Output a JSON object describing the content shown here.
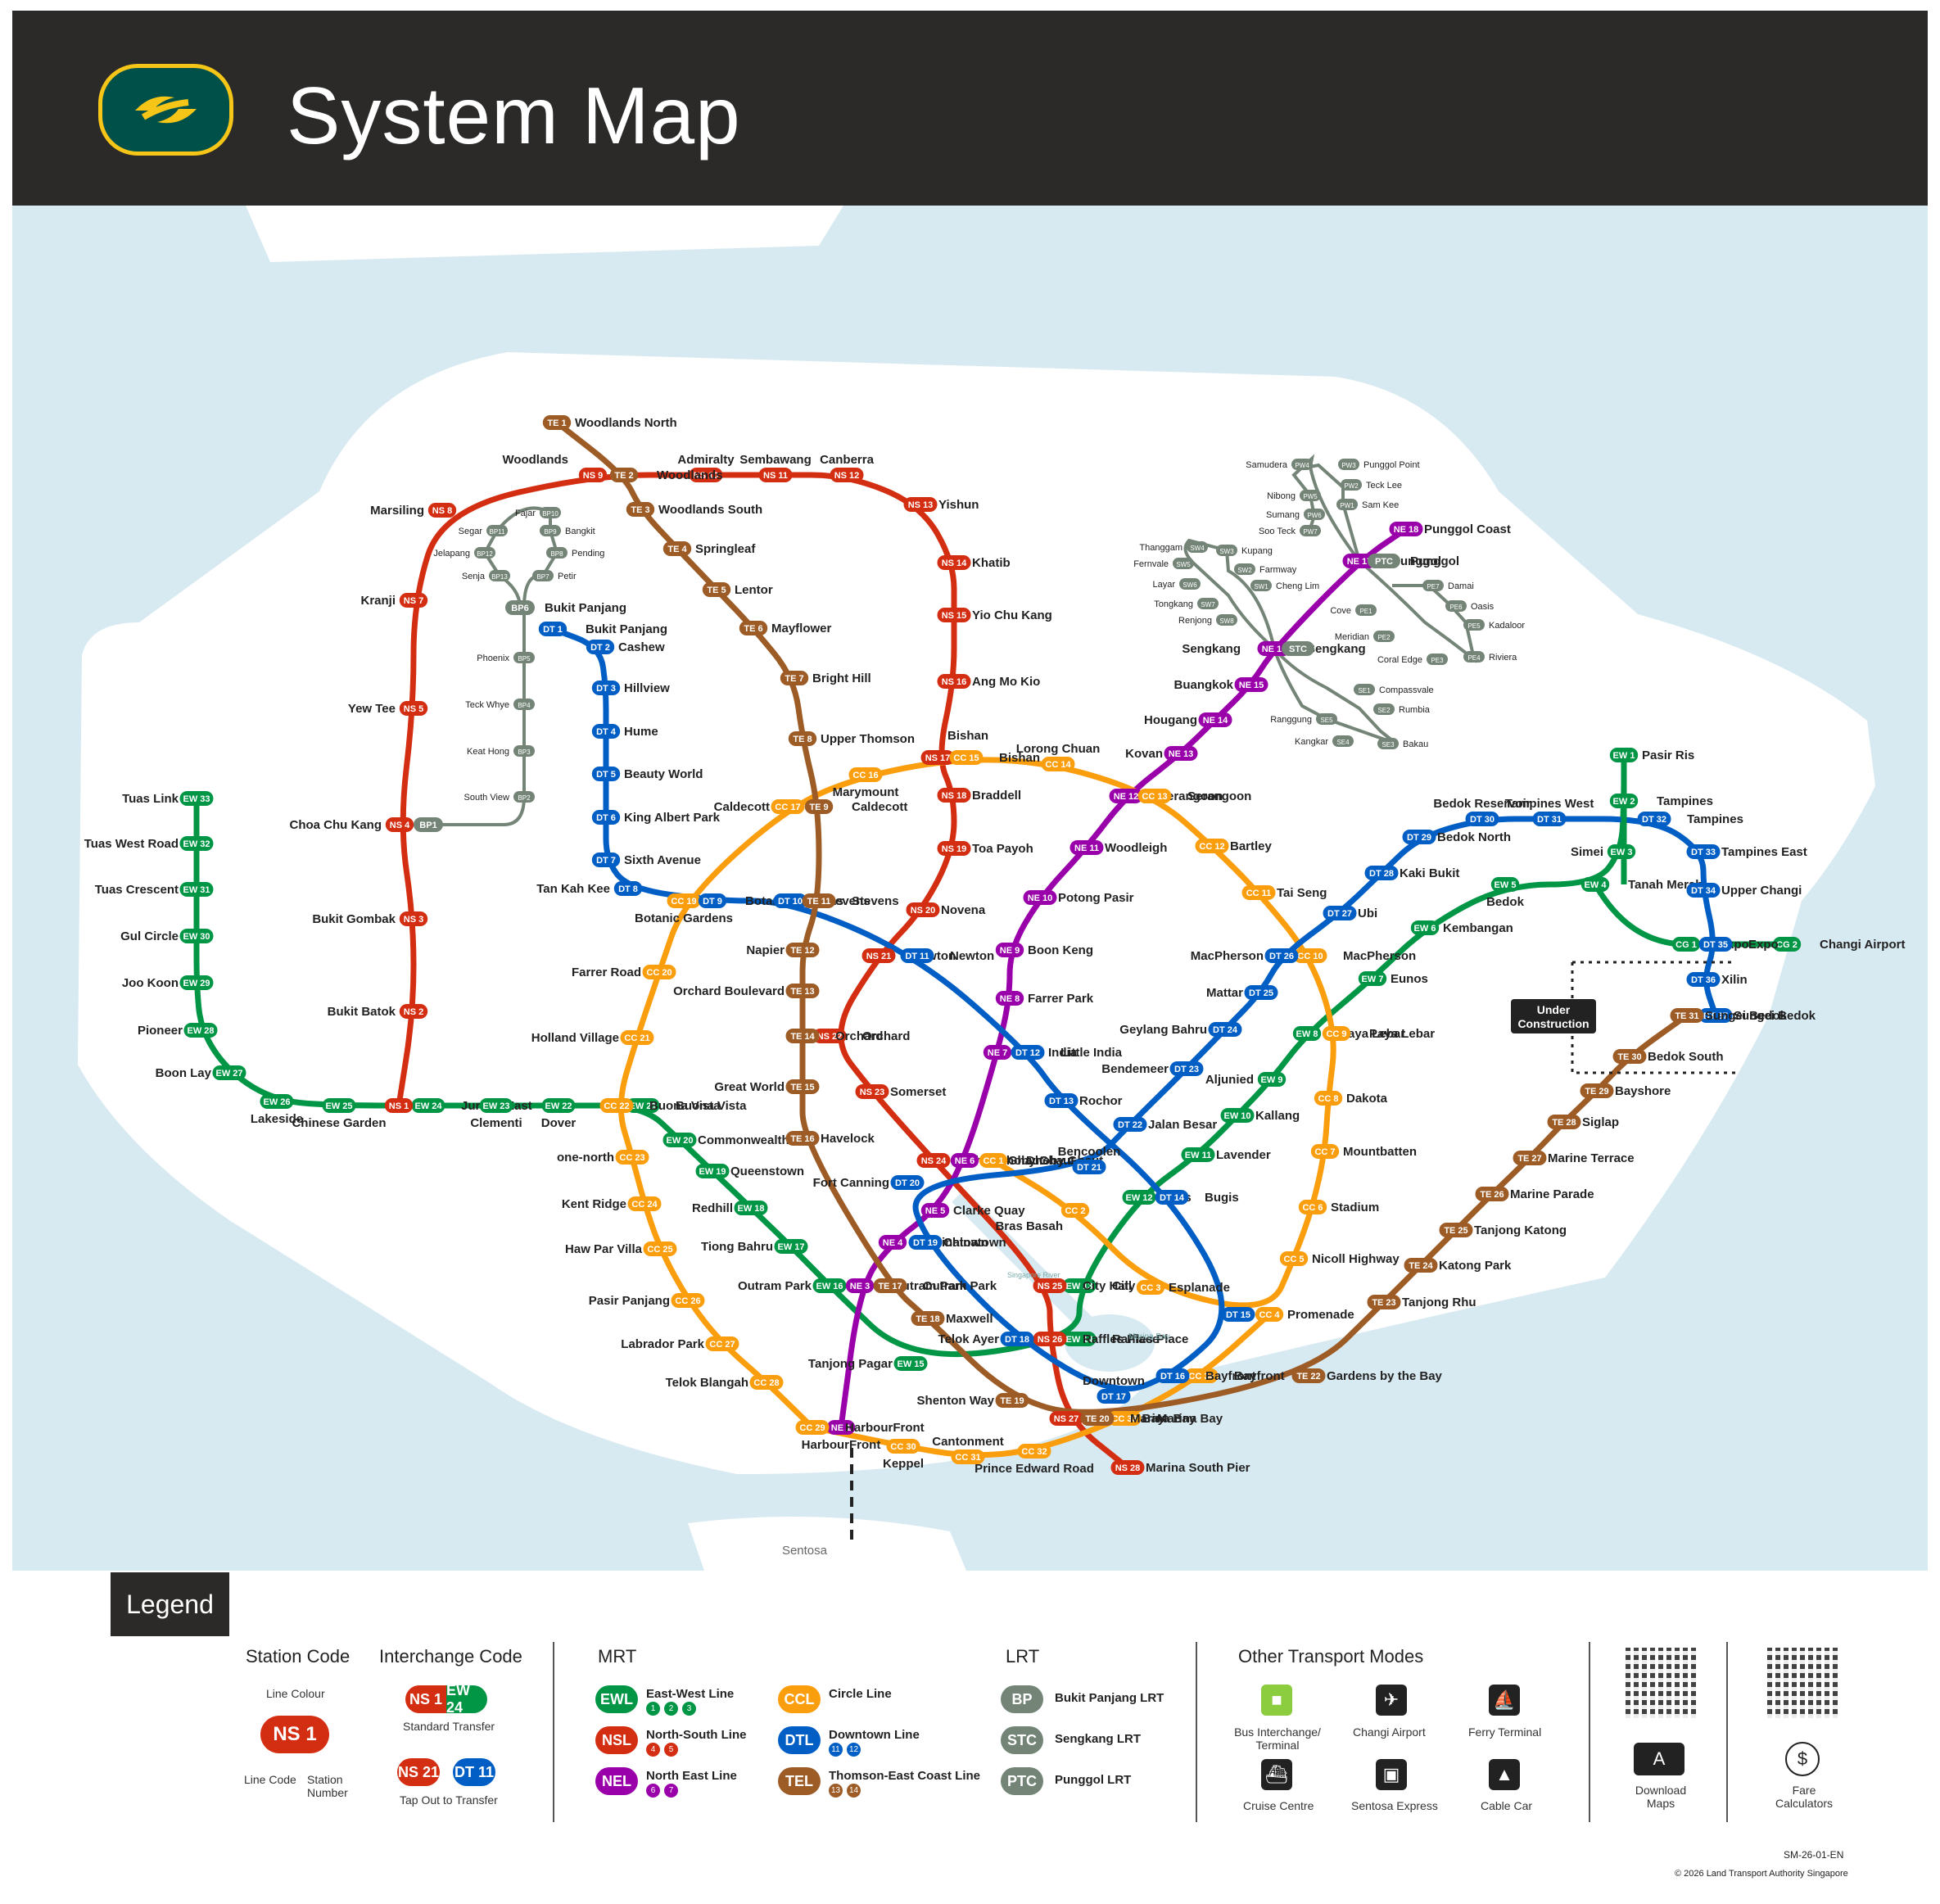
{
  "header": {
    "title": "System Map"
  },
  "colors": {
    "ewl": "#009645",
    "nsl": "#d42e12",
    "nel": "#9900aa",
    "ccl": "#fa9e0d",
    "dtl": "#005ec4",
    "tel": "#9d5b25",
    "lrt": "#748477",
    "water": "#d8eaf1",
    "land": "#ffffff"
  },
  "lines": [
    {
      "id": "ew",
      "color": "#009645",
      "stations": [
        {
          "code": "EW33",
          "name": "Tuas Link"
        },
        {
          "code": "EW32",
          "name": "Tuas West Road"
        },
        {
          "code": "EW31",
          "name": "Tuas Crescent"
        },
        {
          "code": "EW30",
          "name": "Gul Circle"
        },
        {
          "code": "EW29",
          "name": "Joo Koon"
        },
        {
          "code": "EW28",
          "name": "Pioneer"
        },
        {
          "code": "EW27",
          "name": "Boon Lay"
        },
        {
          "code": "EW26",
          "name": "Lakeside"
        },
        {
          "code": "EW25",
          "name": "Chinese Garden"
        },
        {
          "code": "EW24",
          "name": "Jurong East"
        },
        {
          "code": "EW23",
          "name": "Clementi"
        },
        {
          "code": "EW22",
          "name": "Dover"
        },
        {
          "code": "EW21",
          "name": "Buona Vista"
        },
        {
          "code": "EW20",
          "name": "Commonwealth"
        },
        {
          "code": "EW19",
          "name": "Queenstown"
        },
        {
          "code": "EW18",
          "name": "Redhill"
        },
        {
          "code": "EW17",
          "name": "Tiong Bahru"
        },
        {
          "code": "EW16",
          "name": "Outram Park"
        },
        {
          "code": "EW15",
          "name": "Tanjong Pagar"
        },
        {
          "code": "EW14",
          "name": "Raffles Place"
        },
        {
          "code": "EW13",
          "name": "City Hall"
        },
        {
          "code": "EW12",
          "name": "Bugis"
        },
        {
          "code": "EW11",
          "name": "Lavender"
        },
        {
          "code": "EW10",
          "name": "Kallang"
        },
        {
          "code": "EW9",
          "name": "Aljunied"
        },
        {
          "code": "EW8",
          "name": "Paya Lebar"
        },
        {
          "code": "EW7",
          "name": "Eunos"
        },
        {
          "code": "EW6",
          "name": "Kembangan"
        },
        {
          "code": "EW5",
          "name": "Bedok"
        },
        {
          "code": "EW4",
          "name": "Tanah Merah"
        },
        {
          "code": "EW3",
          "name": "Simei"
        },
        {
          "code": "EW2",
          "name": "Tampines"
        },
        {
          "code": "EW1",
          "name": "Pasir Ris"
        },
        {
          "code": "CG1",
          "name": "Expo"
        },
        {
          "code": "CG2",
          "name": "Changi Airport"
        }
      ]
    },
    {
      "id": "ns",
      "color": "#d42e12",
      "stations": [
        {
          "code": "NS1",
          "name": "Jurong East"
        },
        {
          "code": "NS2",
          "name": "Bukit Batok"
        },
        {
          "code": "NS3",
          "name": "Bukit Gombak"
        },
        {
          "code": "NS4",
          "name": "Choa Chu Kang"
        },
        {
          "code": "NS5",
          "name": "Yew Tee"
        },
        {
          "code": "NS7",
          "name": "Kranji"
        },
        {
          "code": "NS8",
          "name": "Marsiling"
        },
        {
          "code": "NS9",
          "name": "Woodlands"
        },
        {
          "code": "NS10",
          "name": "Admiralty"
        },
        {
          "code": "NS11",
          "name": "Sembawang"
        },
        {
          "code": "NS12",
          "name": "Canberra"
        },
        {
          "code": "NS13",
          "name": "Yishun"
        },
        {
          "code": "NS14",
          "name": "Khatib"
        },
        {
          "code": "NS15",
          "name": "Yio Chu Kang"
        },
        {
          "code": "NS16",
          "name": "Ang Mo Kio"
        },
        {
          "code": "NS17",
          "name": "Bishan"
        },
        {
          "code": "NS18",
          "name": "Braddell"
        },
        {
          "code": "NS19",
          "name": "Toa Payoh"
        },
        {
          "code": "NS20",
          "name": "Novena"
        },
        {
          "code": "NS21",
          "name": "Newton"
        },
        {
          "code": "NS22",
          "name": "Orchard"
        },
        {
          "code": "NS23",
          "name": "Somerset"
        },
        {
          "code": "NS24",
          "name": "Dhoby Ghaut"
        },
        {
          "code": "NS25",
          "name": "City Hall"
        },
        {
          "code": "NS26",
          "name": "Raffles Place"
        },
        {
          "code": "NS27",
          "name": "Marina Bay"
        },
        {
          "code": "NS28",
          "name": "Marina South Pier"
        }
      ]
    },
    {
      "id": "ne",
      "color": "#9900aa",
      "stations": [
        {
          "code": "NE1",
          "name": "HarbourFront"
        },
        {
          "code": "NE3",
          "name": "Outram Park"
        },
        {
          "code": "NE4",
          "name": "Chinatown"
        },
        {
          "code": "NE5",
          "name": "Clarke Quay"
        },
        {
          "code": "NE6",
          "name": "Dhoby Ghaut"
        },
        {
          "code": "NE7",
          "name": "Little India"
        },
        {
          "code": "NE8",
          "name": "Farrer Park"
        },
        {
          "code": "NE9",
          "name": "Boon Keng"
        },
        {
          "code": "NE10",
          "name": "Potong Pasir"
        },
        {
          "code": "NE11",
          "name": "Woodleigh"
        },
        {
          "code": "NE12",
          "name": "Serangoon"
        },
        {
          "code": "NE13",
          "name": "Kovan"
        },
        {
          "code": "NE14",
          "name": "Hougang"
        },
        {
          "code": "NE15",
          "name": "Buangkok"
        },
        {
          "code": "NE16",
          "name": "Sengkang"
        },
        {
          "code": "NE17",
          "name": "Punggol"
        },
        {
          "code": "NE18",
          "name": "Punggol Coast"
        }
      ]
    },
    {
      "id": "cc",
      "color": "#fa9e0d",
      "stations": [
        {
          "code": "CC1",
          "name": "Dhoby Ghaut"
        },
        {
          "code": "CC2",
          "name": "Bras Basah"
        },
        {
          "code": "CC3",
          "name": "Esplanade"
        },
        {
          "code": "CC4",
          "name": "Promenade"
        },
        {
          "code": "CC5",
          "name": "Nicoll Highway"
        },
        {
          "code": "CC6",
          "name": "Stadium"
        },
        {
          "code": "CC7",
          "name": "Mountbatten"
        },
        {
          "code": "CC8",
          "name": "Dakota"
        },
        {
          "code": "CC9",
          "name": "Paya Lebar"
        },
        {
          "code": "CC10",
          "name": "MacPherson"
        },
        {
          "code": "CC11",
          "name": "Tai Seng"
        },
        {
          "code": "CC12",
          "name": "Bartley"
        },
        {
          "code": "CC13",
          "name": "Serangoon"
        },
        {
          "code": "CC14",
          "name": "Lorong Chuan"
        },
        {
          "code": "CC15",
          "name": "Bishan"
        },
        {
          "code": "CC16",
          "name": "Marymount"
        },
        {
          "code": "CC17",
          "name": "Caldecott"
        },
        {
          "code": "CC19",
          "name": "Botanic Gardens"
        },
        {
          "code": "CC20",
          "name": "Farrer Road"
        },
        {
          "code": "CC21",
          "name": "Holland Village"
        },
        {
          "code": "CC22",
          "name": "Buona Vista"
        },
        {
          "code": "CC23",
          "name": "one-north"
        },
        {
          "code": "CC24",
          "name": "Kent Ridge"
        },
        {
          "code": "CC25",
          "name": "Haw Par Villa"
        },
        {
          "code": "CC26",
          "name": "Pasir Panjang"
        },
        {
          "code": "CC27",
          "name": "Labrador Park"
        },
        {
          "code": "CC28",
          "name": "Telok Blangah"
        },
        {
          "code": "CC29",
          "name": "HarbourFront"
        },
        {
          "code": "CC30",
          "name": "Keppel"
        },
        {
          "code": "CC31",
          "name": "Cantonment"
        },
        {
          "code": "CC32",
          "name": "Prince Edward Road"
        },
        {
          "code": "CC33",
          "name": "Marina Bay"
        },
        {
          "code": "CC34",
          "name": "Bayfront"
        }
      ]
    },
    {
      "id": "dt",
      "color": "#005ec4",
      "stations": [
        {
          "code": "DT1",
          "name": "Bukit Panjang"
        },
        {
          "code": "DT2",
          "name": "Cashew"
        },
        {
          "code": "DT3",
          "name": "Hillview"
        },
        {
          "code": "DT4",
          "name": "Hume"
        },
        {
          "code": "DT5",
          "name": "Beauty World"
        },
        {
          "code": "DT6",
          "name": "King Albert Park"
        },
        {
          "code": "DT7",
          "name": "Sixth Avenue"
        },
        {
          "code": "DT8",
          "name": "Tan Kah Kee"
        },
        {
          "code": "DT9",
          "name": "Botanic Gardens"
        },
        {
          "code": "DT10",
          "name": "Stevens"
        },
        {
          "code": "DT11",
          "name": "Newton"
        },
        {
          "code": "DT12",
          "name": "Little India"
        },
        {
          "code": "DT13",
          "name": "Rochor"
        },
        {
          "code": "DT14",
          "name": "Bugis"
        },
        {
          "code": "DT15",
          "name": "Promenade"
        },
        {
          "code": "DT16",
          "name": "Bayfront"
        },
        {
          "code": "DT17",
          "name": "Downtown"
        },
        {
          "code": "DT18",
          "name": "Telok Ayer"
        },
        {
          "code": "DT19",
          "name": "Chinatown"
        },
        {
          "code": "DT20",
          "name": "Fort Canning"
        },
        {
          "code": "DT21",
          "name": "Bencoolen"
        },
        {
          "code": "DT22",
          "name": "Jalan Besar"
        },
        {
          "code": "DT23",
          "name": "Bendemeer"
        },
        {
          "code": "DT24",
          "name": "Geylang Bahru"
        },
        {
          "code": "DT25",
          "name": "Mattar"
        },
        {
          "code": "DT26",
          "name": "MacPherson"
        },
        {
          "code": "DT27",
          "name": "Ubi"
        },
        {
          "code": "DT28",
          "name": "Kaki Bukit"
        },
        {
          "code": "DT29",
          "name": "Bedok North"
        },
        {
          "code": "DT30",
          "name": "Bedok Reservoir"
        },
        {
          "code": "DT31",
          "name": "Tampines West"
        },
        {
          "code": "DT32",
          "name": "Tampines"
        },
        {
          "code": "DT33",
          "name": "Tampines East"
        },
        {
          "code": "DT34",
          "name": "Upper Changi"
        },
        {
          "code": "DT35",
          "name": "Expo"
        },
        {
          "code": "DT36",
          "name": "Xilin"
        },
        {
          "code": "DT37",
          "name": "Sungei Bedok"
        }
      ]
    },
    {
      "id": "te",
      "color": "#9d5b25",
      "stations": [
        {
          "code": "TE1",
          "name": "Woodlands North"
        },
        {
          "code": "TE2",
          "name": "Woodlands"
        },
        {
          "code": "TE3",
          "name": "Woodlands South"
        },
        {
          "code": "TE4",
          "name": "Springleaf"
        },
        {
          "code": "TE5",
          "name": "Lentor"
        },
        {
          "code": "TE6",
          "name": "Mayflower"
        },
        {
          "code": "TE7",
          "name": "Bright Hill"
        },
        {
          "code": "TE8",
          "name": "Upper Thomson"
        },
        {
          "code": "TE9",
          "name": "Caldecott"
        },
        {
          "code": "TE11",
          "name": "Stevens"
        },
        {
          "code": "TE12",
          "name": "Napier"
        },
        {
          "code": "TE13",
          "name": "Orchard Boulevard"
        },
        {
          "code": "TE14",
          "name": "Orchard"
        },
        {
          "code": "TE15",
          "name": "Great World"
        },
        {
          "code": "TE16",
          "name": "Havelock"
        },
        {
          "code": "TE17",
          "name": "Outram Park"
        },
        {
          "code": "TE18",
          "name": "Maxwell"
        },
        {
          "code": "TE19",
          "name": "Shenton Way"
        },
        {
          "code": "TE20",
          "name": "Marina Bay"
        },
        {
          "code": "TE22",
          "name": "Gardens by the Bay"
        },
        {
          "code": "TE23",
          "name": "Tanjong Rhu"
        },
        {
          "code": "TE24",
          "name": "Katong Park"
        },
        {
          "code": "TE25",
          "name": "Tanjong Katong"
        },
        {
          "code": "TE26",
          "name": "Marine Parade"
        },
        {
          "code": "TE27",
          "name": "Marine Terrace"
        },
        {
          "code": "TE28",
          "name": "Siglap"
        },
        {
          "code": "TE29",
          "name": "Bayshore"
        },
        {
          "code": "TE30",
          "name": "Bedok South"
        },
        {
          "code": "TE31",
          "name": "Sungei Bedok"
        }
      ]
    }
  ],
  "bplrt": [
    {
      "code": "BP1",
      "name": "Choa Chu Kang"
    },
    {
      "code": "BP2",
      "name": "South View"
    },
    {
      "code": "BP3",
      "name": "Keat Hong"
    },
    {
      "code": "BP4",
      "name": "Teck Whye"
    },
    {
      "code": "BP5",
      "name": "Phoenix"
    },
    {
      "code": "BP6",
      "name": "Bukit Panjang"
    },
    {
      "code": "BP7",
      "name": "Petir"
    },
    {
      "code": "BP8",
      "name": "Pending"
    },
    {
      "code": "BP9",
      "name": "Bangkit"
    },
    {
      "code": "BP10",
      "name": "Fajar"
    },
    {
      "code": "BP11",
      "name": "Segar"
    },
    {
      "code": "BP12",
      "name": "Jelapang"
    },
    {
      "code": "BP13",
      "name": "Senja"
    }
  ],
  "sklrt": [
    {
      "code": "SW1",
      "name": "Cheng Lim"
    },
    {
      "code": "SW2",
      "name": "Farmway"
    },
    {
      "code": "SW3",
      "name": "Kupang"
    },
    {
      "code": "SW4",
      "name": "Thanggam"
    },
    {
      "code": "SW5",
      "name": "Fernvale"
    },
    {
      "code": "SW6",
      "name": "Layar"
    },
    {
      "code": "SW7",
      "name": "Tongkang"
    },
    {
      "code": "SW8",
      "name": "Renjong"
    },
    {
      "code": "SE1",
      "name": "Compassvale"
    },
    {
      "code": "SE2",
      "name": "Rumbia"
    },
    {
      "code": "SE3",
      "name": "Bakau"
    },
    {
      "code": "SE4",
      "name": "Kangkar"
    },
    {
      "code": "SE5",
      "name": "Ranggung"
    }
  ],
  "pglrt": [
    {
      "code": "PW1",
      "name": "Sam Kee"
    },
    {
      "code": "PW3",
      "name": "Punggol Point"
    },
    {
      "code": "PW4",
      "name": "Samudera"
    },
    {
      "code": "PW5",
      "name": "Nibong"
    },
    {
      "code": "PW6",
      "name": "Sumang"
    },
    {
      "code": "PW7",
      "name": "Soo Teck"
    },
    {
      "code": "PE1",
      "name": "Cove"
    },
    {
      "code": "PE2",
      "name": "Meridian"
    },
    {
      "code": "PE3",
      "name": "Coral Edge"
    },
    {
      "code": "PE4",
      "name": "Riviera"
    },
    {
      "code": "PE5",
      "name": "Kadaloor"
    },
    {
      "code": "PE6",
      "name": "Oasis"
    },
    {
      "code": "PE7",
      "name": "Damai"
    },
    {
      "code": "PTC",
      "name": "Punggol"
    },
    {
      "code": "STC",
      "name": "Sengkang"
    },
    {
      "code": "PW2",
      "name": "Teck Lee"
    }
  ],
  "extras": {
    "sentosa": "Sentosa",
    "under_construction": "Under Construction",
    "river": "Singapore River",
    "marina": "Marina Bay"
  },
  "legend": {
    "tab": "Legend",
    "station_code": "Station Code",
    "interchange_code": "Interchange Code",
    "line_colour": "Line Colour",
    "line_code": "Line Code",
    "station_number": "Station Number",
    "standard_transfer": "Standard Transfer",
    "tap_out": "Tap Out to Transfer",
    "ns1": "NS 1",
    "ew24": "EW 24",
    "ns21": "NS 21",
    "dt11": "DT 11",
    "mrt": "MRT",
    "lrt": "LRT",
    "mrt_lines": [
      {
        "code": "EWL",
        "name": "East-West Line",
        "color": "#009645",
        "nums": [
          "1",
          "2",
          "3"
        ]
      },
      {
        "code": "NSL",
        "name": "North-South Line",
        "color": "#d42e12",
        "nums": [
          "4",
          "5"
        ]
      },
      {
        "code": "NEL",
        "name": "North East Line",
        "color": "#9900aa",
        "nums": [
          "6",
          "7"
        ]
      },
      {
        "code": "CCL",
        "name": "Circle Line",
        "color": "#fa9e0d",
        "nums": []
      },
      {
        "code": "DTL",
        "name": "Downtown Line",
        "color": "#005ec4",
        "nums": [
          "11",
          "12"
        ]
      },
      {
        "code": "TEL",
        "name": "Thomson-East Coast Line",
        "color": "#9d5b25",
        "nums": [
          "13",
          "14"
        ]
      }
    ],
    "lrt_lines": [
      {
        "code": "BP",
        "name": "Bukit Panjang LRT"
      },
      {
        "code": "STC",
        "name": "Sengkang LRT"
      },
      {
        "code": "PTC",
        "name": "Punggol LRT"
      }
    ],
    "other": "Other Transport Modes",
    "modes": [
      "Bus Interchange/ Terminal",
      "Changi Airport",
      "Ferry Terminal",
      "Cruise Centre",
      "Sentosa Express",
      "Cable Car"
    ],
    "download": "Download Maps",
    "fare": "Fare Calculators",
    "doc_code": "SM-26-01-EN",
    "copyright": "© 2026 Land Transport Authority Singapore"
  }
}
